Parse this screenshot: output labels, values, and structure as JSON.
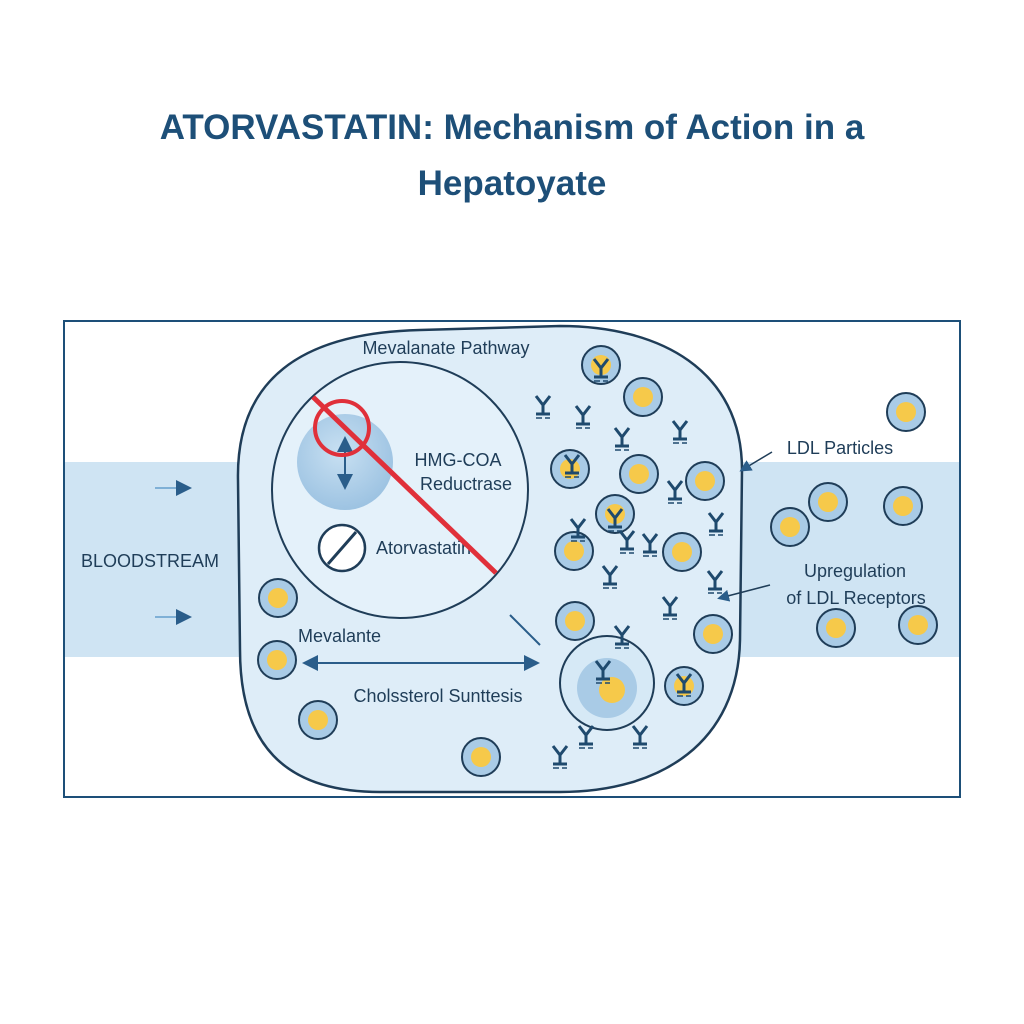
{
  "title": {
    "line1": "ATORVASTATIN: Mechanism of Action in a",
    "line2": "Hepatoyate"
  },
  "labels": {
    "bloodstream": "BLOODSTREAM",
    "pathway": "Mevalanate Pathway",
    "enzyme_line1": "HMG-COA",
    "enzyme_line2": "Reductrase",
    "drug": "Atorvastatin",
    "mevalonate": "Mevalante",
    "synthesis": "Cholssterol Sunttesis",
    "ldl_particles": "LDL Particles",
    "upregulation_line1": "Upregulation",
    "upregulation_line2": "of LDL Receptors"
  },
  "colors": {
    "title": "#1d4f78",
    "bloodstream_band": "#cfe4f3",
    "cell_fill": "#deedf8",
    "outline": "#1f3d58",
    "particle_core": "#f6c94a",
    "particle_shell": "#a9cbe6",
    "inhibition": "#e0303a"
  },
  "icons": [
    "ldl-particle-icon",
    "ldl-receptor-icon",
    "inhibition-icon",
    "no-entry-icon",
    "arrow-icon"
  ]
}
